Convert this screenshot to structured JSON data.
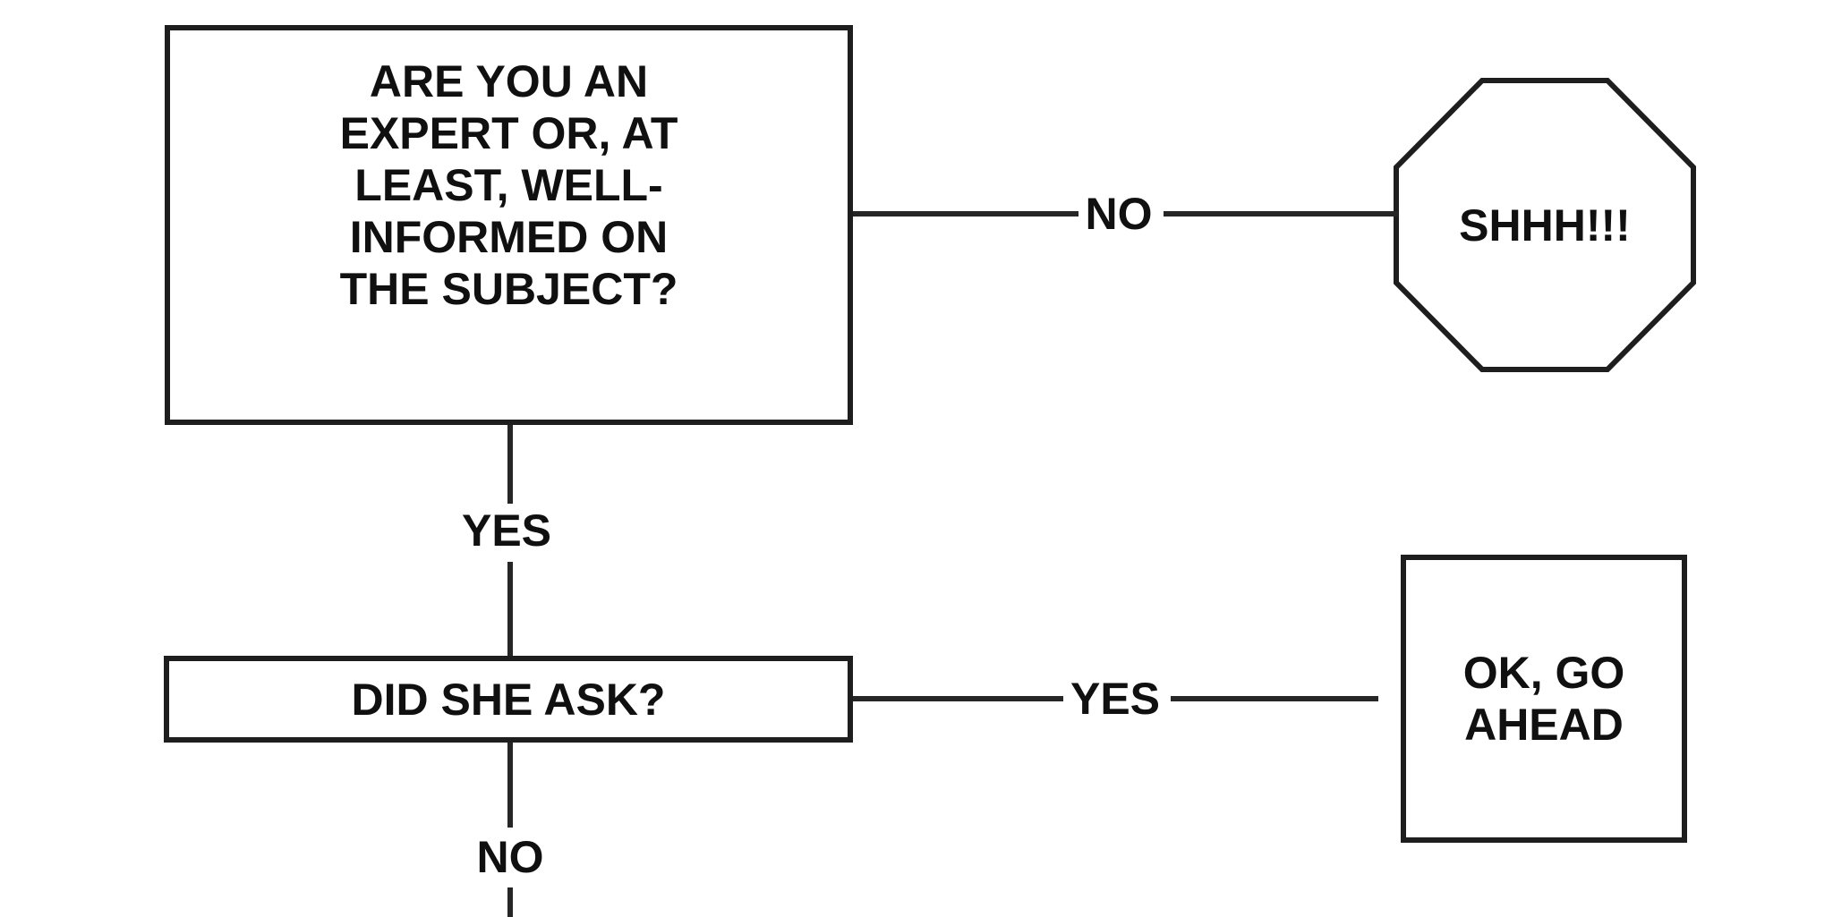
{
  "diagram": {
    "type": "flowchart",
    "nodes": {
      "question1": {
        "shape": "rectangle",
        "text": "ARE YOU AN\nEXPERT OR, AT\nLEAST, WELL-\nINFORMED ON\nTHE SUBJECT?"
      },
      "stop": {
        "shape": "octagon",
        "text": "SHHH!!!"
      },
      "question2": {
        "shape": "rectangle",
        "text": "DID SHE ASK?"
      },
      "go": {
        "shape": "rectangle",
        "text": "OK, GO\nAHEAD"
      }
    },
    "edges": {
      "q1_no": {
        "from": "question1",
        "to": "stop",
        "label": "NO"
      },
      "q1_yes": {
        "from": "question1",
        "to": "question2",
        "label": "YES"
      },
      "q2_yes": {
        "from": "question2",
        "to": "go",
        "label": "YES"
      },
      "q2_no": {
        "from": "question2",
        "to": "offscreen-bottom",
        "label": "NO"
      }
    },
    "colors": {
      "ink": "#1e1e1e",
      "text": "#101010",
      "background": "#ffffff"
    }
  }
}
